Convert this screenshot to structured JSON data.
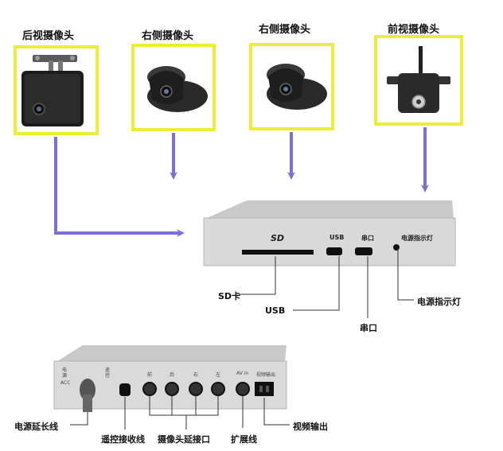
{
  "cameras": {
    "rear": "后视摄像头",
    "right1": "右侧摄像头",
    "right2": "右侧摄像头",
    "front": "前视摄像头"
  },
  "front_panel": {
    "sd_logo": "SD",
    "usb_port": "USB",
    "serial_port": "串口",
    "power_led": "电源指示灯"
  },
  "front_callouts": {
    "sd_card": "SD卡",
    "usb": "USB",
    "serial": "串口",
    "power_led": "电源指示灯"
  },
  "back_panel": {
    "power_label": "电 源",
    "acc_label": "ACC",
    "remote_label": "遥 控",
    "port_labels": [
      "前",
      "后",
      "右",
      "左"
    ],
    "ext_label": "AV in",
    "video_out": "视频输出"
  },
  "back_callouts": {
    "power_ext": "电源延长线",
    "remote_rx": "遥控接收线",
    "camera_ports": "摄像头延接口",
    "ext_line": "扩展线",
    "video_out": "视频输出"
  },
  "colors": {
    "frame": "#ecec3a",
    "arrow": "#7d72d4",
    "callout_line": "#333333",
    "device": "#dadada"
  }
}
